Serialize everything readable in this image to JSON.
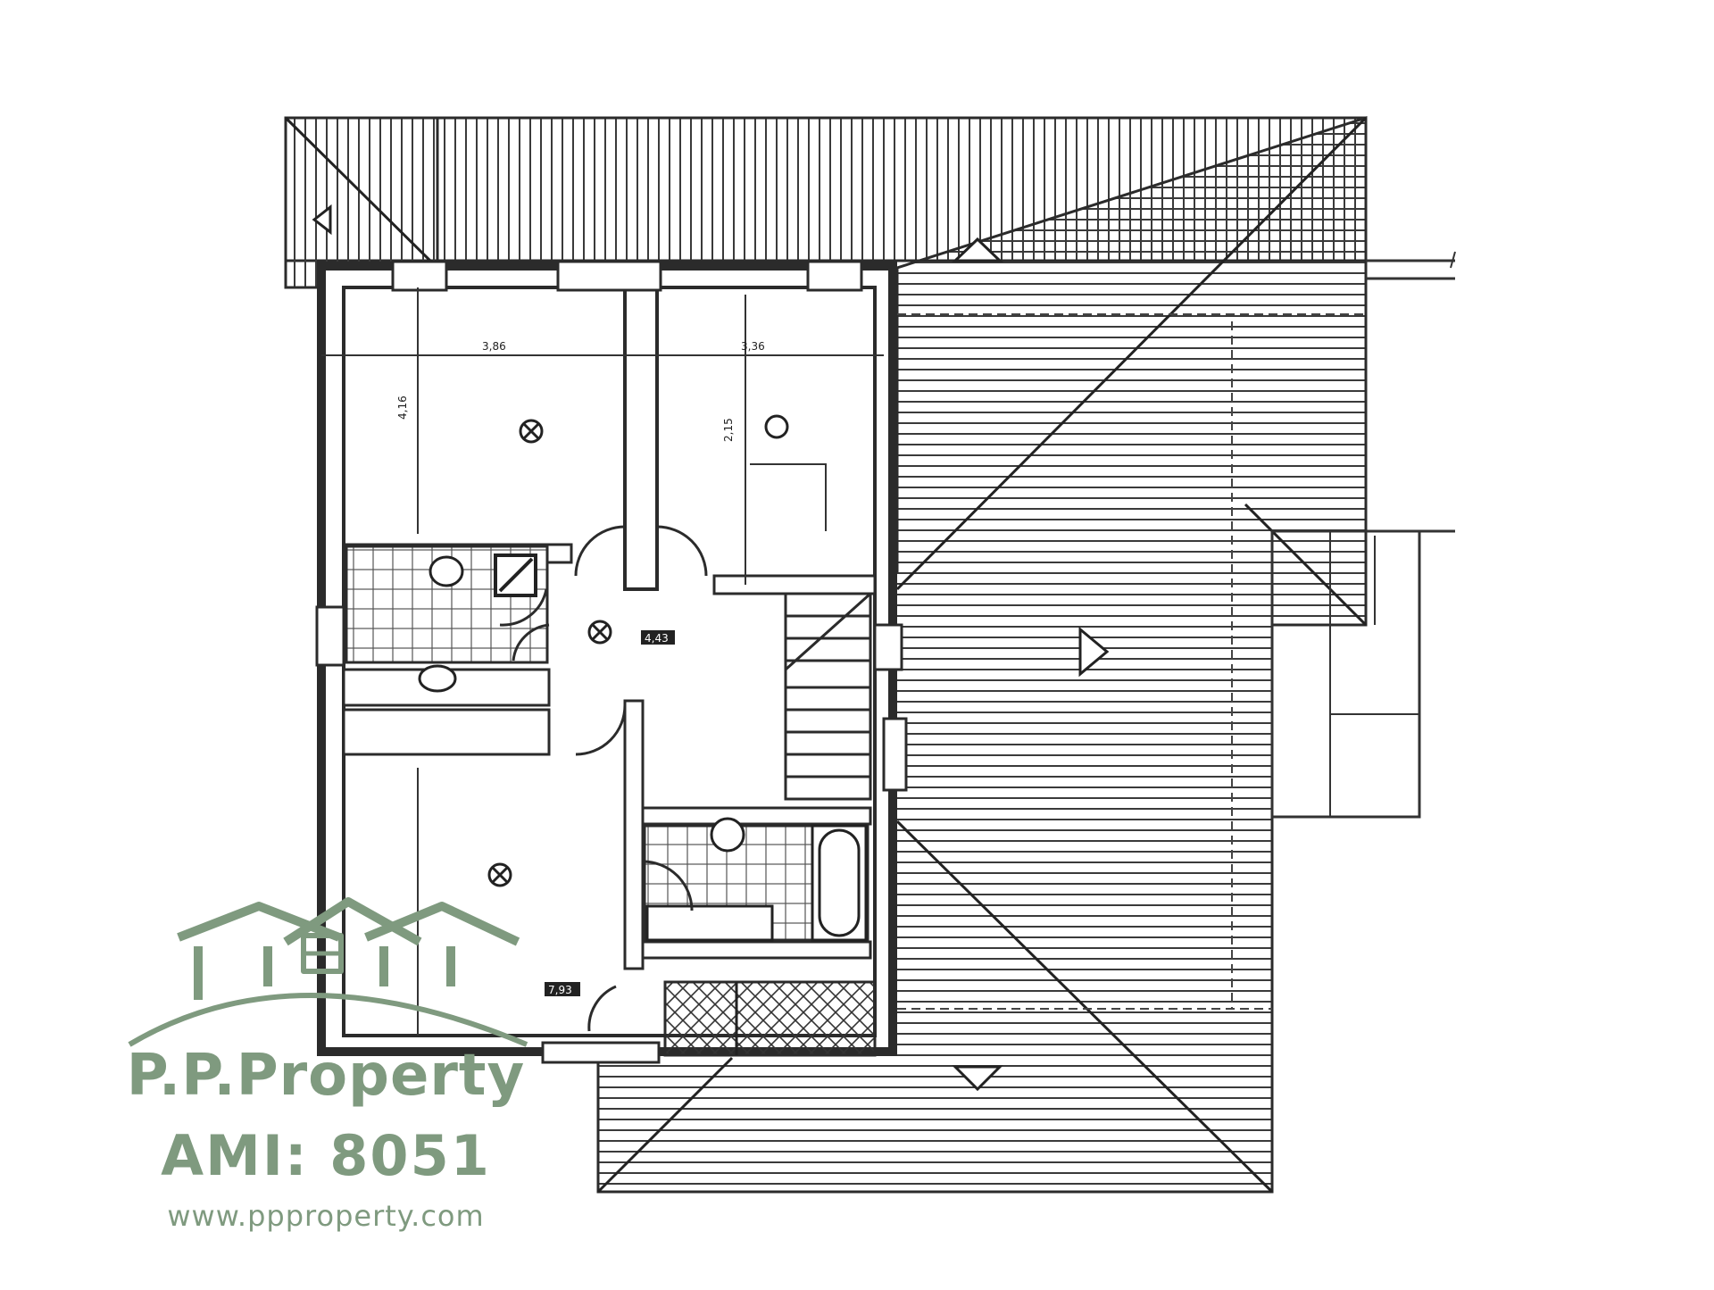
{
  "watermark": {
    "brand": "P.P.Property",
    "license": "AMI: 8051",
    "website": "www.ppproperty.com",
    "color": "#7f9a7f"
  },
  "plan": {
    "line_color": "#2b2b2b",
    "fill_color": "#ffffff",
    "tile_color": "#cfcfcf"
  },
  "labels": {
    "dim_top_1": "3,86",
    "dim_top_2": "3,36",
    "dim_side_1": "4,16",
    "dim_side_2": "2,15",
    "area_hall": "4,43",
    "area_room": "7,93"
  }
}
